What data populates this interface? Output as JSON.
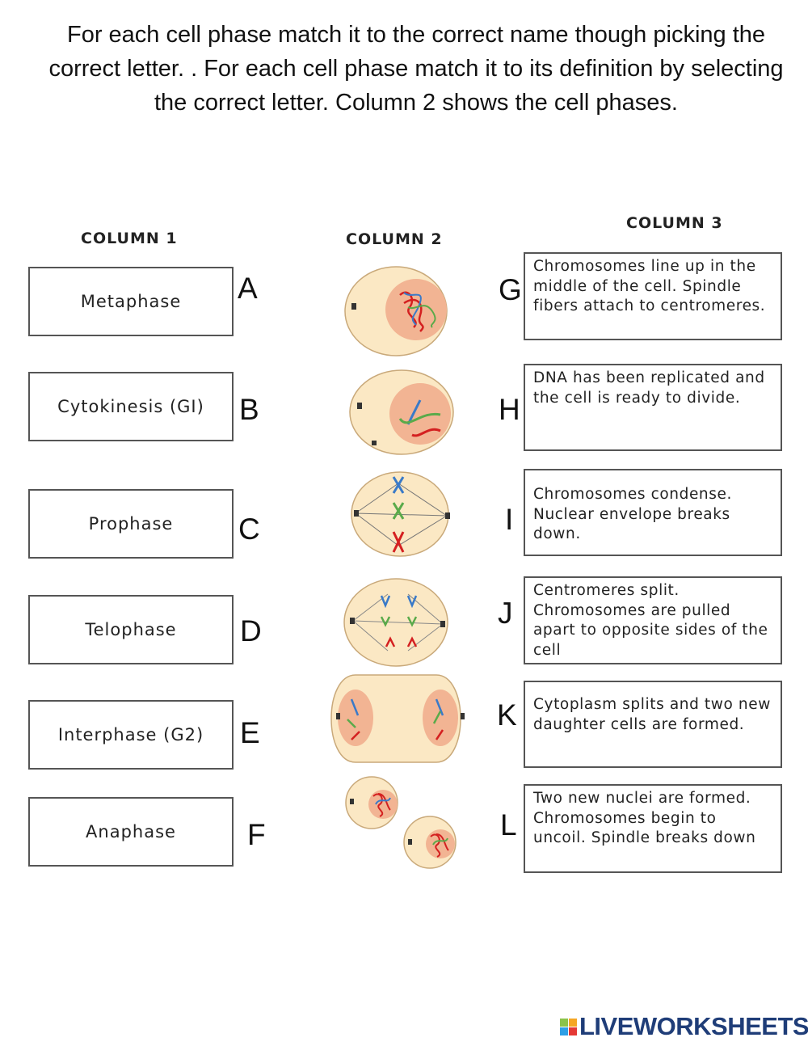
{
  "instructions": "For each cell phase match it to the correct name though picking the correct letter. . For each cell phase match it to its definition by selecting the correct letter. Column 2 shows the cell phases.",
  "column1": {
    "header": "COLUMN 1",
    "items": [
      "Metaphase",
      "Cytokinesis (GI)",
      "Prophase",
      "Telophase",
      "Interphase (G2)",
      "Anaphase"
    ],
    "letters": [
      "A",
      "B",
      "C",
      "D",
      "E",
      "F"
    ]
  },
  "column2": {
    "header": "COLUMN 2"
  },
  "column3": {
    "header": "COLUMN 3",
    "letters": [
      "G",
      "H",
      "I",
      "J",
      "K",
      "L"
    ],
    "items": [
      "Chromosomes line up in the middle of the cell. Spindle fibers attach to centromeres.",
      "DNA has been replicated and the cell is ready to divide.",
      "Chromosomes condense. Nuclear envelope breaks down.",
      "Centromeres split. Chromosomes are pulled apart to opposite sides of the cell",
      "Cytoplasm splits and two new daughter cells are formed.",
      "Two new nuclei are formed. Chromosomes begin to uncoil. Spindle breaks down"
    ]
  },
  "logo": {
    "text": "LIVEWORKSHEETS",
    "colors": [
      "#8bc34a",
      "#f5a623",
      "#2e9fe6",
      "#e53935"
    ]
  }
}
